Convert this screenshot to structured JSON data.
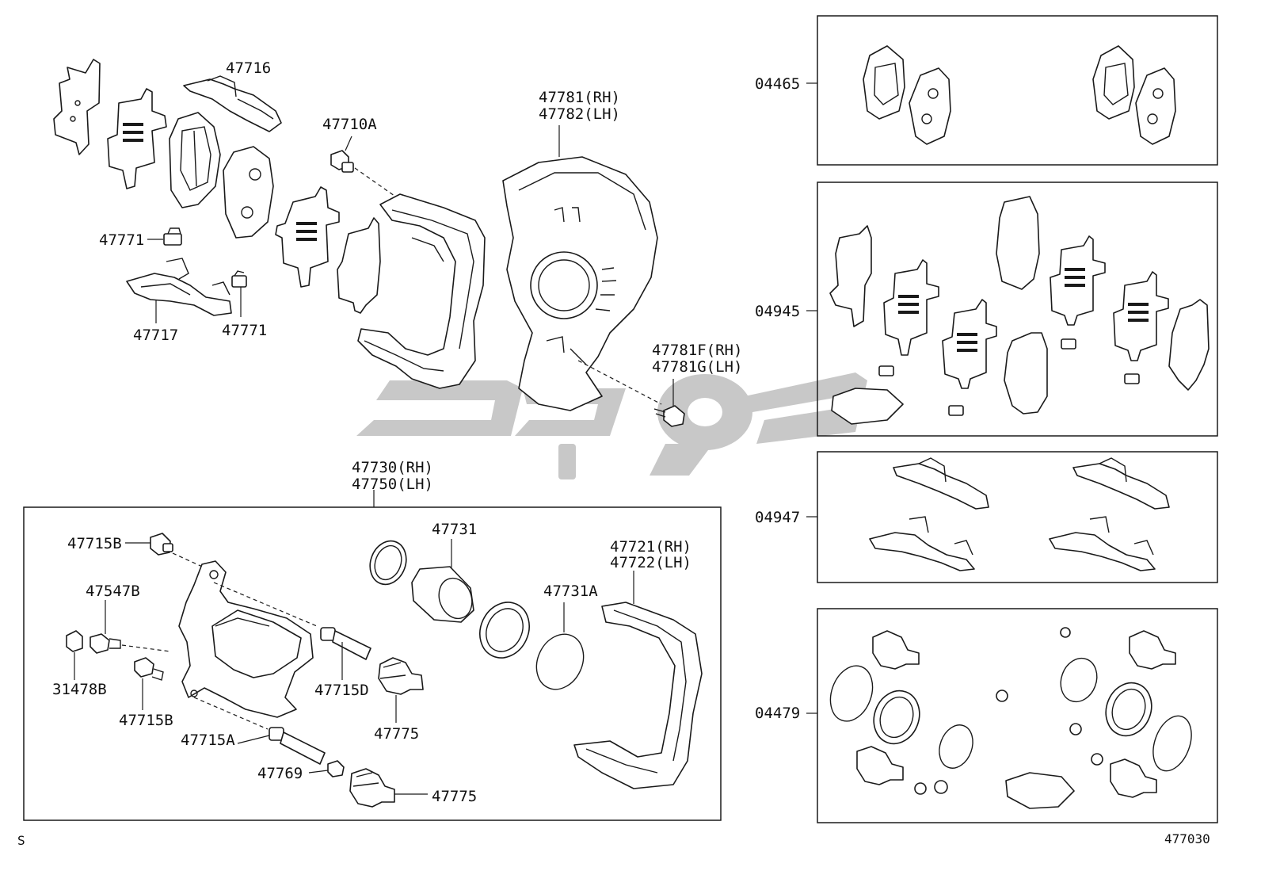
{
  "diagram": {
    "labels": {
      "p47716": "47716",
      "p47710A": "47710A",
      "p47781": "47781(RH)",
      "p47782": "47782(LH)",
      "p47771a": "47771",
      "p47771b": "47771",
      "p47717": "47717",
      "p47781F": "47781F(RH)",
      "p47781G": "47781G(LH)",
      "p47730": "47730(RH)",
      "p47750": "47750(LH)",
      "p47715B_top": "47715B",
      "p47547B": "47547B",
      "p31478B": "31478B",
      "p47715B_bottom": "47715B",
      "p47715A": "47715A",
      "p47769": "47769",
      "p47775_bottom": "47775",
      "p47731": "47731",
      "p47715D": "47715D",
      "p47775_mid": "47775",
      "p47731A": "47731A",
      "p47721": "47721(RH)",
      "p47722": "47722(LH)",
      "k04465": "04465",
      "k04945": "04945",
      "k04947": "04947",
      "k04479": "04479",
      "corner_mark": "S",
      "figure_id": "477030"
    },
    "watermark_color": "#c8c8c8",
    "line_color": "#1a1a1a"
  }
}
